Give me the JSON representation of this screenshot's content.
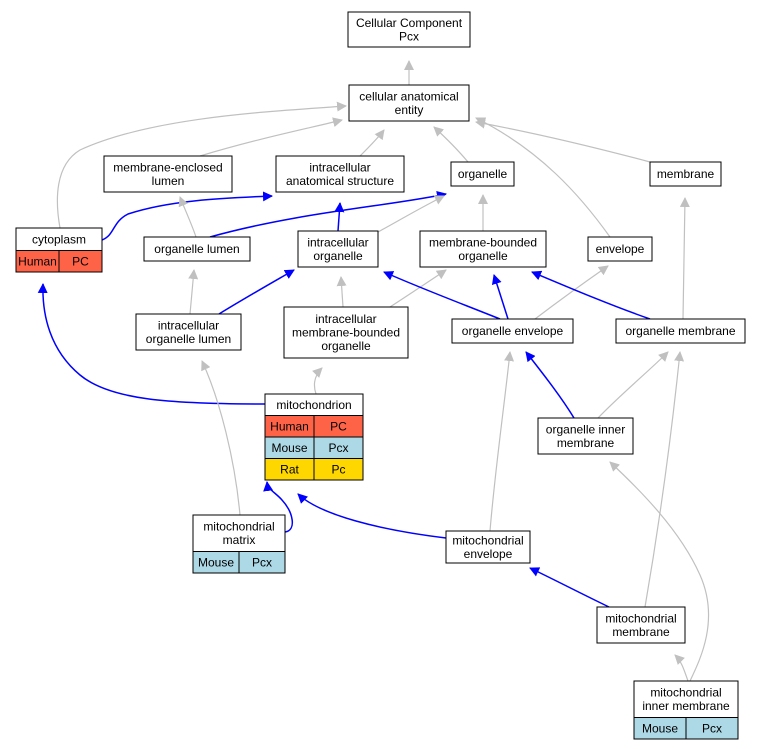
{
  "graph": {
    "colors": {
      "background": "#ffffff",
      "node_border": "#000000",
      "is_a_edge": "#c0c0c0",
      "part_of_edge": "#0000ff",
      "human": "#ff6347",
      "mouse": "#add8e6",
      "rat": "#ffd700"
    },
    "nodes": [
      {
        "id": "cellular-component",
        "lines": [
          "Cellular Component",
          "Pcx"
        ]
      },
      {
        "id": "cellular-anatomical-entity",
        "lines": [
          "cellular anatomical",
          "entity"
        ]
      },
      {
        "id": "membrane-enclosed-lumen",
        "lines": [
          "membrane-enclosed",
          "lumen"
        ]
      },
      {
        "id": "intracellular-anatomical-structure",
        "lines": [
          "intracellular",
          "anatomical structure"
        ]
      },
      {
        "id": "organelle",
        "lines": [
          "organelle"
        ]
      },
      {
        "id": "membrane",
        "lines": [
          "membrane"
        ]
      },
      {
        "id": "cytoplasm",
        "lines": [
          "cytoplasm"
        ],
        "species": [
          {
            "name": "Human",
            "value": "PC",
            "color": "human"
          }
        ]
      },
      {
        "id": "organelle-lumen",
        "lines": [
          "organelle lumen"
        ]
      },
      {
        "id": "intracellular-organelle",
        "lines": [
          "intracellular",
          "organelle"
        ]
      },
      {
        "id": "membrane-bounded-organelle",
        "lines": [
          "membrane-bounded",
          "organelle"
        ]
      },
      {
        "id": "envelope",
        "lines": [
          "envelope"
        ]
      },
      {
        "id": "intracellular-organelle-lumen",
        "lines": [
          "intracellular",
          "organelle lumen"
        ]
      },
      {
        "id": "intracellular-membrane-bounded-organelle",
        "lines": [
          "intracellular",
          "membrane-bounded",
          "organelle"
        ]
      },
      {
        "id": "organelle-envelope",
        "lines": [
          "organelle envelope"
        ]
      },
      {
        "id": "organelle-membrane",
        "lines": [
          "organelle membrane"
        ]
      },
      {
        "id": "mitochondrion",
        "lines": [
          "mitochondrion"
        ],
        "species": [
          {
            "name": "Human",
            "value": "PC",
            "color": "human"
          },
          {
            "name": "Mouse",
            "value": "Pcx",
            "color": "mouse"
          },
          {
            "name": "Rat",
            "value": "Pc",
            "color": "rat"
          }
        ]
      },
      {
        "id": "organelle-inner-membrane",
        "lines": [
          "organelle inner",
          "membrane"
        ]
      },
      {
        "id": "mitochondrial-matrix",
        "lines": [
          "mitochondrial",
          "matrix"
        ],
        "species": [
          {
            "name": "Mouse",
            "value": "Pcx",
            "color": "mouse"
          }
        ]
      },
      {
        "id": "mitochondrial-envelope",
        "lines": [
          "mitochondrial",
          "envelope"
        ]
      },
      {
        "id": "mitochondrial-membrane",
        "lines": [
          "mitochondrial",
          "membrane"
        ]
      },
      {
        "id": "mitochondrial-inner-membrane",
        "lines": [
          "mitochondrial",
          "inner membrane"
        ],
        "species": [
          {
            "name": "Mouse",
            "value": "Pcx",
            "color": "mouse"
          }
        ]
      }
    ],
    "edges": [
      {
        "from": "cellular-anatomical-entity",
        "to": "cellular-component",
        "type": "is_a"
      },
      {
        "from": "membrane-enclosed-lumen",
        "to": "cellular-anatomical-entity",
        "type": "is_a"
      },
      {
        "from": "intracellular-anatomical-structure",
        "to": "cellular-anatomical-entity",
        "type": "is_a"
      },
      {
        "from": "organelle",
        "to": "cellular-anatomical-entity",
        "type": "is_a"
      },
      {
        "from": "membrane",
        "to": "cellular-anatomical-entity",
        "type": "is_a"
      },
      {
        "from": "cytoplasm",
        "to": "cellular-anatomical-entity",
        "type": "is_a"
      },
      {
        "from": "envelope",
        "to": "cellular-anatomical-entity",
        "type": "is_a"
      },
      {
        "from": "cytoplasm",
        "to": "intracellular-anatomical-structure",
        "type": "part_of"
      },
      {
        "from": "organelle-lumen",
        "to": "membrane-enclosed-lumen",
        "type": "is_a"
      },
      {
        "from": "organelle-lumen",
        "to": "organelle",
        "type": "part_of"
      },
      {
        "from": "intracellular-organelle",
        "to": "intracellular-anatomical-structure",
        "type": "part_of"
      },
      {
        "from": "intracellular-organelle",
        "to": "organelle",
        "type": "is_a"
      },
      {
        "from": "membrane-bounded-organelle",
        "to": "organelle",
        "type": "is_a"
      },
      {
        "from": "intracellular-organelle-lumen",
        "to": "organelle-lumen",
        "type": "is_a"
      },
      {
        "from": "intracellular-organelle-lumen",
        "to": "intracellular-organelle",
        "type": "part_of"
      },
      {
        "from": "intracellular-membrane-bounded-organelle",
        "to": "intracellular-organelle",
        "type": "is_a"
      },
      {
        "from": "intracellular-membrane-bounded-organelle",
        "to": "membrane-bounded-organelle",
        "type": "is_a"
      },
      {
        "from": "organelle-envelope",
        "to": "intracellular-organelle",
        "type": "part_of"
      },
      {
        "from": "organelle-envelope",
        "to": "membrane-bounded-organelle",
        "type": "part_of"
      },
      {
        "from": "organelle-envelope",
        "to": "envelope",
        "type": "is_a"
      },
      {
        "from": "organelle-membrane",
        "to": "membrane-bounded-organelle",
        "type": "part_of"
      },
      {
        "from": "organelle-membrane",
        "to": "membrane",
        "type": "is_a"
      },
      {
        "from": "mitochondrion",
        "to": "intracellular-membrane-bounded-organelle",
        "type": "is_a"
      },
      {
        "from": "mitochondrion",
        "to": "cytoplasm",
        "type": "part_of"
      },
      {
        "from": "organelle-inner-membrane",
        "to": "organelle-envelope",
        "type": "part_of"
      },
      {
        "from": "organelle-inner-membrane",
        "to": "organelle-membrane",
        "type": "is_a"
      },
      {
        "from": "mitochondrial-matrix",
        "to": "intracellular-organelle-lumen",
        "type": "is_a"
      },
      {
        "from": "mitochondrial-matrix",
        "to": "mitochondrion",
        "type": "part_of"
      },
      {
        "from": "mitochondrial-envelope",
        "to": "mitochondrion",
        "type": "part_of"
      },
      {
        "from": "mitochondrial-envelope",
        "to": "organelle-envelope",
        "type": "is_a"
      },
      {
        "from": "mitochondrial-membrane",
        "to": "mitochondrial-envelope",
        "type": "part_of"
      },
      {
        "from": "mitochondrial-membrane",
        "to": "organelle-membrane",
        "type": "is_a"
      },
      {
        "from": "mitochondrial-inner-membrane",
        "to": "mitochondrial-membrane",
        "type": "is_a"
      },
      {
        "from": "mitochondrial-inner-membrane",
        "to": "organelle-inner-membrane",
        "type": "is_a"
      }
    ]
  }
}
